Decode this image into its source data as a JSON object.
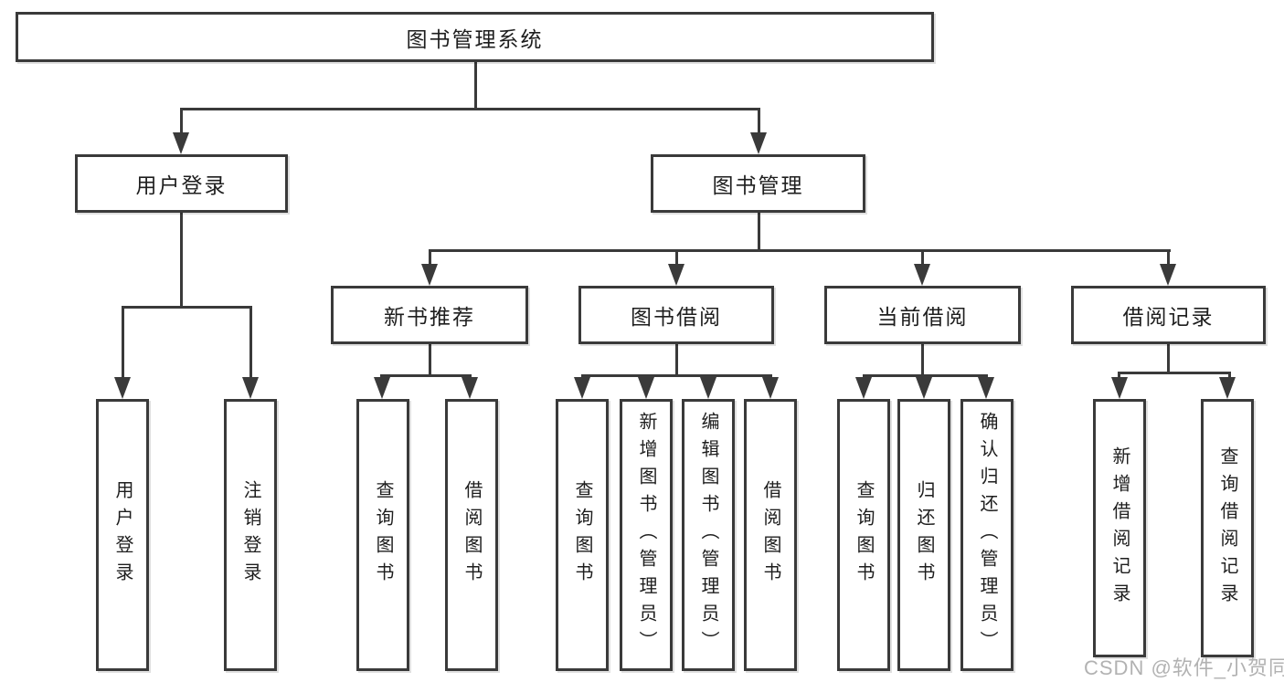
{
  "diagram": {
    "root": {
      "label": "图书管理系统"
    },
    "level2": [
      {
        "label": "用户登录"
      },
      {
        "label": "图书管理"
      }
    ],
    "level3": [
      {
        "label": "新书推荐",
        "parent": "图书管理"
      },
      {
        "label": "图书借阅",
        "parent": "图书管理"
      },
      {
        "label": "当前借阅",
        "parent": "图书管理"
      },
      {
        "label": "借阅记录",
        "parent": "图书管理"
      }
    ],
    "leaves": [
      {
        "label": "用户登录",
        "parent": "用户登录"
      },
      {
        "label": "注销登录",
        "parent": "用户登录"
      },
      {
        "label": "查询图书",
        "parent": "新书推荐"
      },
      {
        "label": "借阅图书",
        "parent": "新书推荐"
      },
      {
        "label": "查询图书",
        "parent": "图书借阅"
      },
      {
        "label": "新增图书（管理员）",
        "parent": "图书借阅"
      },
      {
        "label": "编辑图书（管理员）",
        "parent": "图书借阅"
      },
      {
        "label": "借阅图书",
        "parent": "图书借阅"
      },
      {
        "label": "查询图书",
        "parent": "当前借阅"
      },
      {
        "label": "归还图书",
        "parent": "当前借阅"
      },
      {
        "label": "确认归还（管理员）",
        "parent": "当前借阅"
      },
      {
        "label": "新增借阅记录",
        "parent": "借阅记录"
      },
      {
        "label": "查询借阅记录",
        "parent": "借阅记录"
      }
    ]
  },
  "watermark": "CSDN @软件_小贺同学",
  "colors": {
    "line": "#3a3a3a",
    "text": "#1e1e1e",
    "background": "#ffffff",
    "watermark": "#aaaaaa"
  }
}
